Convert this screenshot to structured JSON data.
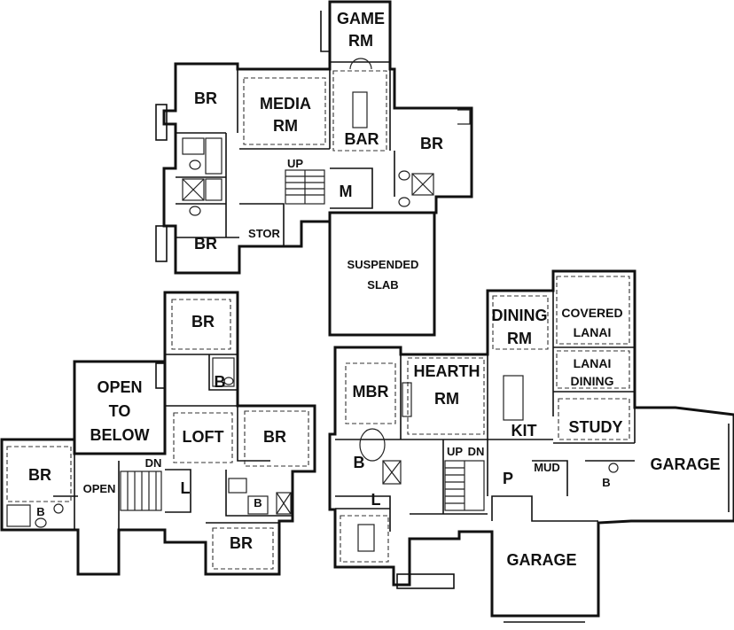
{
  "upper_floor": {
    "game_rm": [
      "GAME",
      "RM"
    ],
    "media_rm": [
      "MEDIA",
      "RM"
    ],
    "br_west_top": "BR",
    "br_west_bottom": "BR",
    "br_east": "BR",
    "bar": "BAR",
    "up": "UP",
    "m": "M",
    "stor": "STOR",
    "suspended_slab": [
      "SUSPENDED",
      "SLAB"
    ]
  },
  "second_floor": {
    "br_top": "BR",
    "open_to_below": [
      "OPEN",
      "TO",
      "BELOW"
    ],
    "loft": "LOFT",
    "br_east": "BR",
    "br_west": "BR",
    "open": "OPEN",
    "dn": "DN",
    "b_top": "B",
    "l": "L",
    "b_mid": "B",
    "b_west": "B",
    "br_bottom": "BR"
  },
  "main_floor": {
    "mbr": "MBR",
    "hearth_rm": [
      "HEARTH",
      "RM"
    ],
    "dining_rm": [
      "DINING",
      "RM"
    ],
    "covered_lanai": [
      "COVERED",
      "LANAI"
    ],
    "lanai_dining": [
      "LANAI",
      "DINING"
    ],
    "study": "STUDY",
    "kit": "KIT",
    "garage_east": "GARAGE",
    "garage_south": "GARAGE",
    "b_master": "B",
    "l": "L",
    "up": "UP",
    "dn": "DN",
    "p": "P",
    "mud": "MUD",
    "b_mud": "B"
  }
}
